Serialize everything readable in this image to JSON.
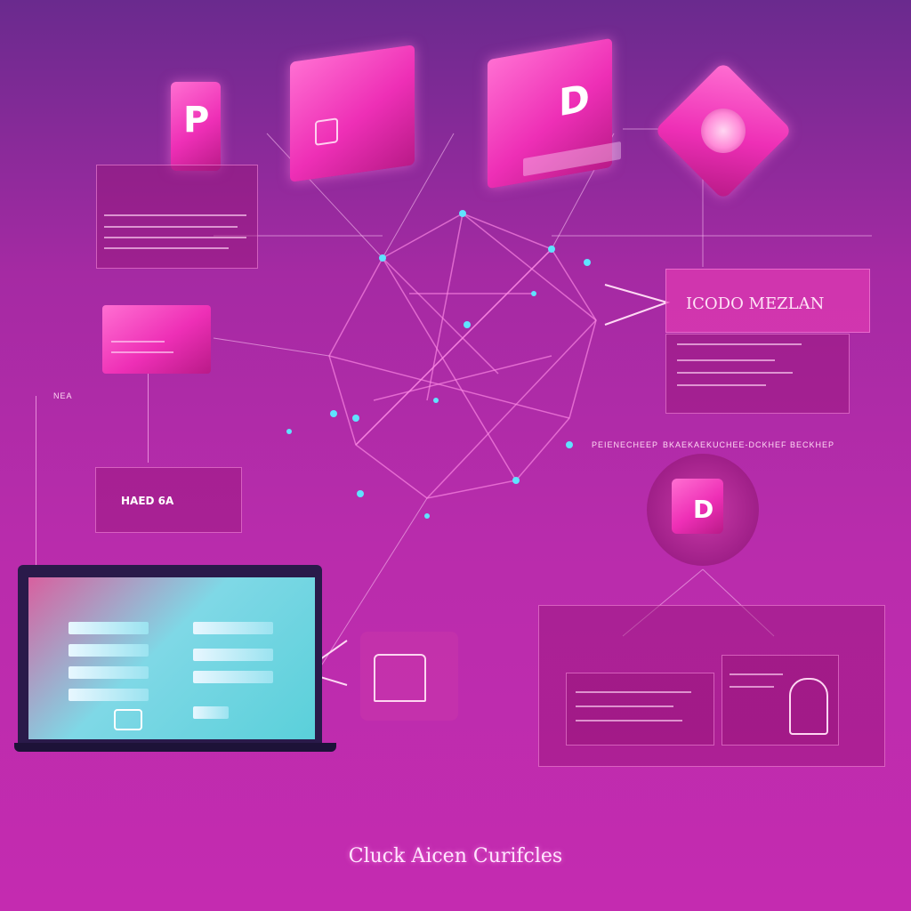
{
  "icons": {
    "card_top_left_glyph": "P",
    "box_center_glyph": "D",
    "node_right_glyph": "D",
    "node_small_glyph": "P"
  },
  "panels": {
    "right_header": "ICODO  MEZLAN",
    "left_mid_card": "HAED 6A",
    "label_right_line": "BKAEKAEKUCHEE-DCKHEF BECKHEP",
    "label_right_mid": "PEIENECHEEP",
    "label_left_small": "NEA"
  },
  "caption": "Cluck Aicen Curifcles",
  "colors": {
    "accent": "#ff3fc1",
    "node_cyan": "#5fe3ff",
    "screen": "#7fe0e6"
  }
}
